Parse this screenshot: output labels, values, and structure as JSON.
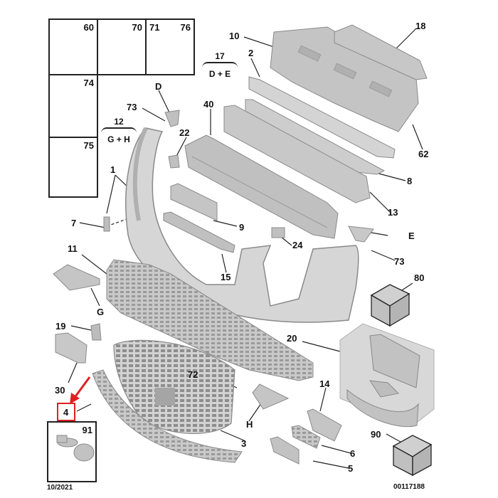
{
  "diagram": {
    "type": "exploded-parts-view",
    "subject": "Front bumper assembly",
    "date_code": "10/2021",
    "reference_number": "00117188",
    "highlight": {
      "part": "4",
      "color": "#e02020"
    },
    "fastener_boxes": [
      {
        "id": "60"
      },
      {
        "id": "70"
      },
      {
        "id": "71",
        "id2": "76"
      },
      {
        "id": "74"
      },
      {
        "id": "75"
      },
      {
        "id": "91"
      }
    ],
    "groups": [
      {
        "number": "12",
        "members": "G + H"
      },
      {
        "number": "17",
        "members": "D + E"
      }
    ],
    "callouts": [
      {
        "label": "10"
      },
      {
        "label": "18"
      },
      {
        "label": "2"
      },
      {
        "label": "62"
      },
      {
        "label": "D"
      },
      {
        "label": "73"
      },
      {
        "label": "22"
      },
      {
        "label": "40"
      },
      {
        "label": "8"
      },
      {
        "label": "1"
      },
      {
        "label": "7"
      },
      {
        "label": "9"
      },
      {
        "label": "13"
      },
      {
        "label": "E"
      },
      {
        "label": "24"
      },
      {
        "label": "73"
      },
      {
        "label": "11"
      },
      {
        "label": "15"
      },
      {
        "label": "80"
      },
      {
        "label": "G"
      },
      {
        "label": "19"
      },
      {
        "label": "20"
      },
      {
        "label": "72"
      },
      {
        "label": "30"
      },
      {
        "label": "14"
      },
      {
        "label": "4"
      },
      {
        "label": "H"
      },
      {
        "label": "3"
      },
      {
        "label": "6"
      },
      {
        "label": "90"
      },
      {
        "label": "5"
      }
    ]
  }
}
